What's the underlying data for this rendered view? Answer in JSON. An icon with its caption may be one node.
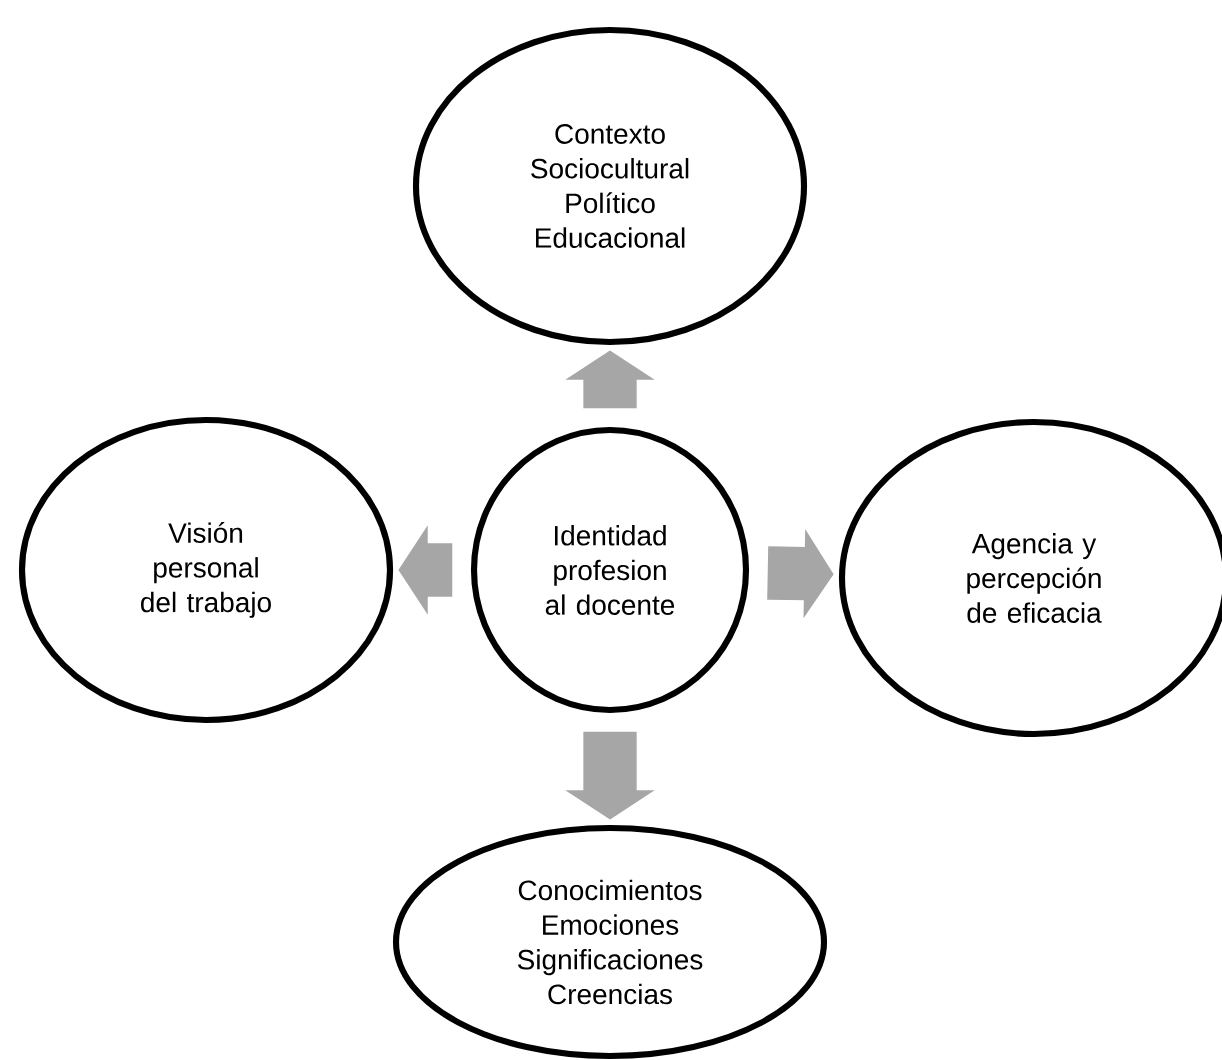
{
  "diagram": {
    "nodes": [
      {
        "text": [
          "Contexto Sociocultural Político Educacional"
        ]
      },
      {
        "text": [
          "Visión personal del trabajo"
        ]
      },
      {
        "text": [
          "Identidad profesion al docente"
        ]
      },
      {
        "text": [
          "Agencia y percepción de eficacia"
        ]
      },
      {
        "text": [
          "Conocimientos Emociones Significaciones Creencias"
        ]
      }
    ],
    "edges": [
      {
        "from": 2,
        "to": 0,
        "arrow": "to"
      },
      {
        "from": 2,
        "to": 1,
        "arrow": "to"
      },
      {
        "from": 2,
        "to": 3,
        "arrow": "to"
      },
      {
        "from": 2,
        "to": 4,
        "arrow": "to"
      }
    ]
  }
}
